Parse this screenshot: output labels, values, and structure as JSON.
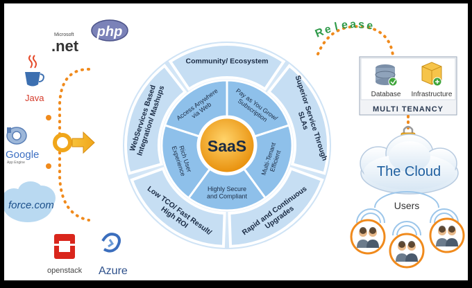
{
  "center": {
    "label": "SaaS"
  },
  "inner_ring": [
    {
      "lines": [
        "Access Anywhere",
        "via Web"
      ]
    },
    {
      "lines": [
        "Pay as You Grow/",
        "Subscription"
      ]
    },
    {
      "lines": [
        "Multi-Tenant",
        "Efficient"
      ]
    },
    {
      "lines": [
        "Highly Secure",
        "and Compliant"
      ]
    },
    {
      "lines": [
        "Rich User",
        "Experience"
      ]
    }
  ],
  "outer_ring": [
    {
      "lines": [
        "Community/ Ecosystem"
      ]
    },
    {
      "lines": [
        "Superior Service Through",
        "SLAs"
      ]
    },
    {
      "lines": [
        "Rapid and Continuous",
        "Upgrades"
      ]
    },
    {
      "lines": [
        "Low TCO/ Fast Result/",
        "High ROI"
      ]
    },
    {
      "lines": [
        "WebServices Based",
        "Integration/ Mashups"
      ]
    }
  ],
  "left_logos": {
    "microsoft_small": "Microsoft",
    "dotnet": ".net",
    "php": "php",
    "java": "Java",
    "google": "Google",
    "google_sub": "App Engine",
    "force": "force.com",
    "openstack": "openstack",
    "azure": "Azure"
  },
  "right": {
    "release": "Release",
    "database": "Database",
    "infrastructure": "Infrastructure",
    "multi_tenancy": "MULTI TENANCY",
    "cloud": "The Cloud",
    "users": "Users"
  },
  "colors": {
    "background": "#ffffff",
    "frame": "#000000",
    "outer_segment": "#c6def3",
    "inner_segment": "#8ec0ea",
    "center": "#f2a81c",
    "orange_dot": "#f08a1c",
    "text_dark": "#1f3f66",
    "cloud_text": "#1f5f9f"
  }
}
